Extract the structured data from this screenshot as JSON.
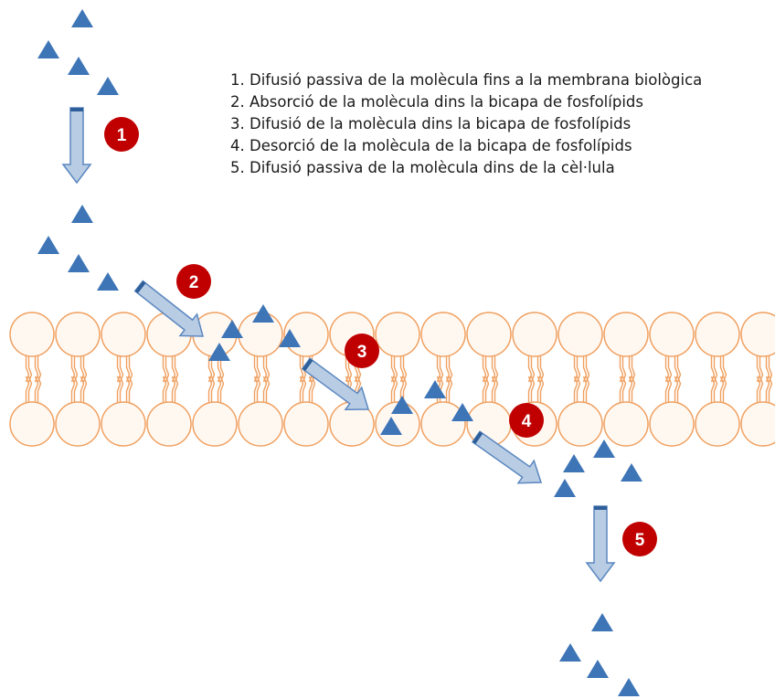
{
  "legend": {
    "items": [
      "1. Difusió passiva de la molècula fins a la membrana biològica",
      "2. Absorció de la molècula dins la bicapa de fosfolípids",
      "3. Difusió de la molècula dins la bicapa de fosfolípids",
      "4. Desorció de la molècula de la bicapa de fosfolípids",
      "5. Difusió passiva de la molècula dins de la cèl·lula"
    ]
  },
  "steps": [
    {
      "label": "1",
      "icon": "red-number-badge"
    },
    {
      "label": "2",
      "icon": "red-number-badge"
    },
    {
      "label": "3",
      "icon": "red-number-badge"
    },
    {
      "label": "4",
      "icon": "red-number-badge"
    },
    {
      "label": "5",
      "icon": "red-number-badge"
    }
  ],
  "colors": {
    "molecule": "#3e75b6",
    "arrow_fill": "#b8cce4",
    "arrow_stroke": "#5b87c0",
    "arrow_tail": "#2e5f9a",
    "badge": "#c00000",
    "badge_text": "#ffffff",
    "lipid_stroke": "#f0a060",
    "lipid_fill": "#fff8f1"
  },
  "membrane": {
    "type": "phospholipid-bilayer",
    "lipid_count_per_layer": 17
  }
}
